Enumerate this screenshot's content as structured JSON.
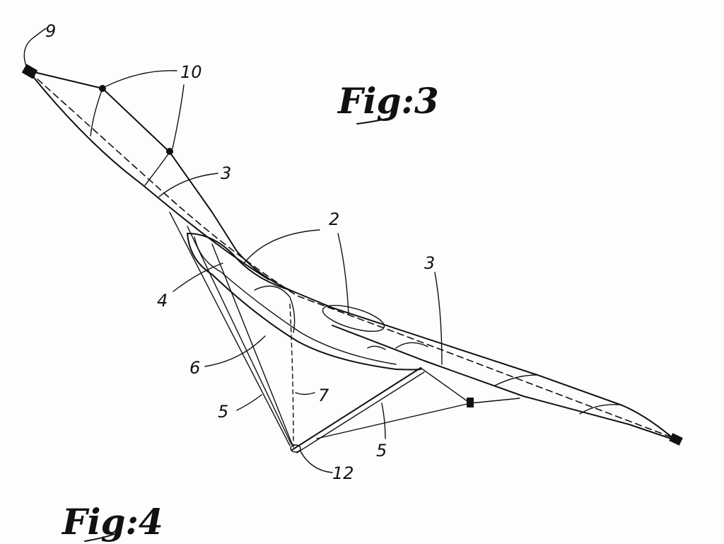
{
  "figures": {
    "fig3": "Fig:3",
    "fig4": "Fig:4"
  },
  "labels": {
    "n9": "9",
    "n10": "10",
    "n3_upper": "3",
    "n2": "2",
    "n3_right": "3",
    "n4": "4",
    "n6": "6",
    "n7": "7",
    "n5_left": "5",
    "n5_right": "5",
    "n12": "12"
  }
}
